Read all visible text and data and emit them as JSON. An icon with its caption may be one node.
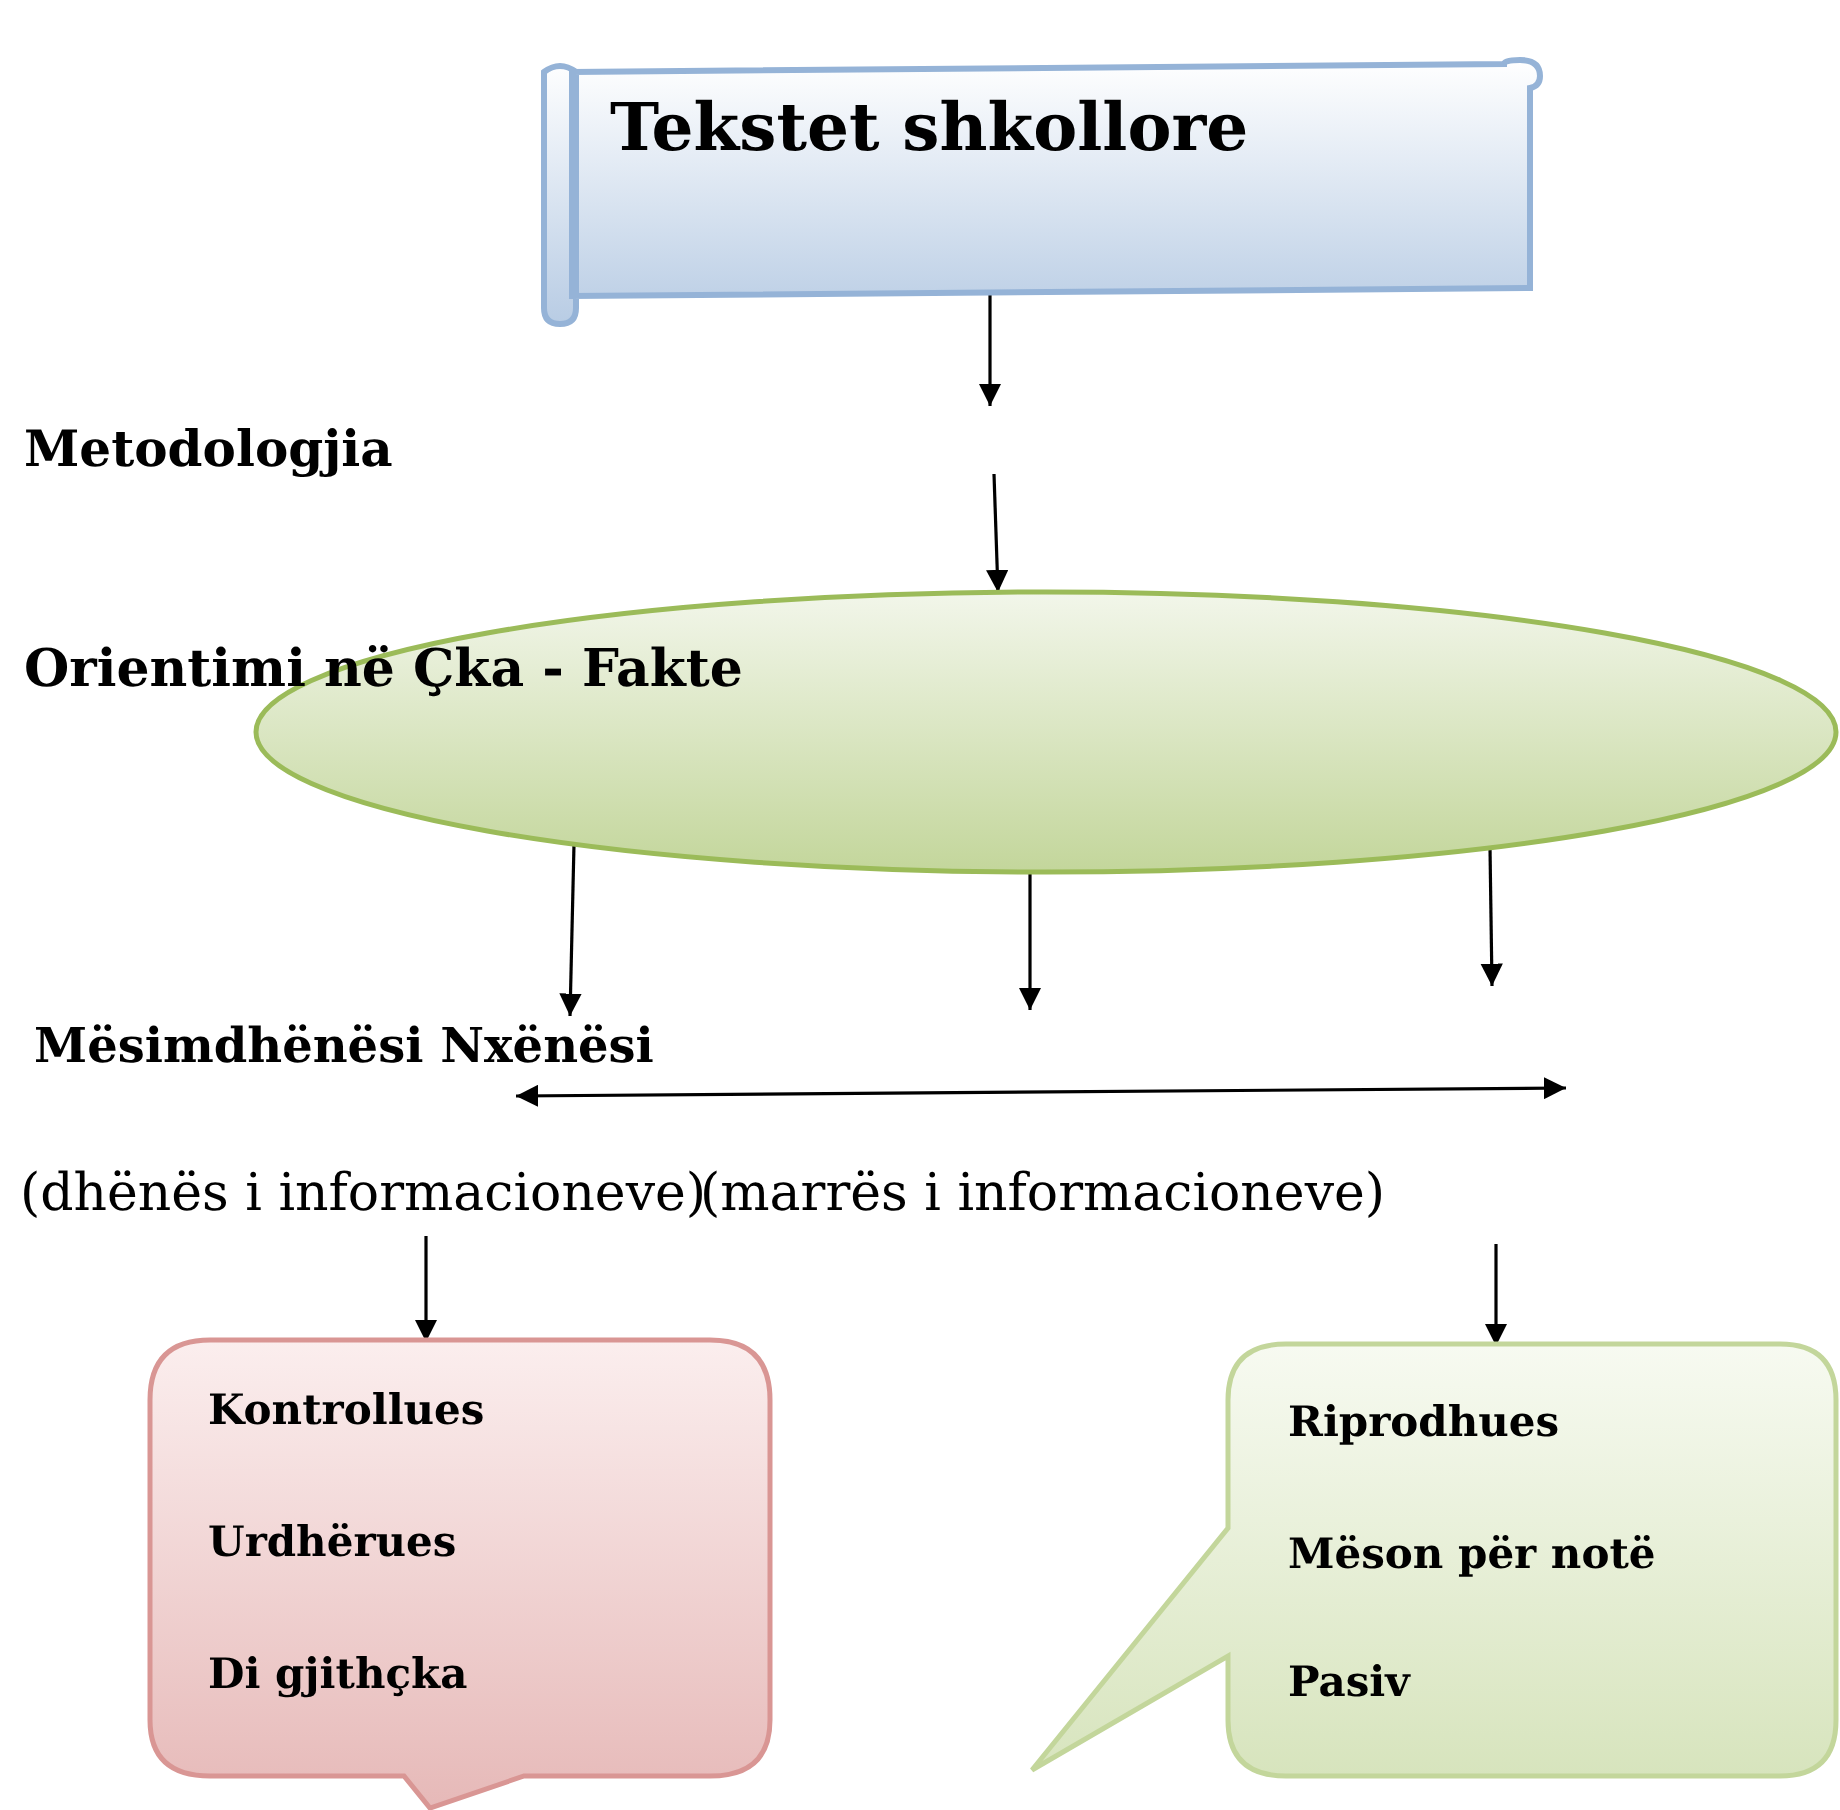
{
  "diagram": {
    "nodes": [
      {
        "text": [
          "Tekstet shkollore"
        ]
      },
      {
        "text": [
          "Orientimi në Çka - Fakte"
        ]
      },
      {
        "text": [
          "Mësimdhënësi Nxënësi"
        ]
      },
      {
        "text": [
          "(dhënës i informacioneve)"
        ]
      },
      {
        "text": [
          "(marrës i informacioneve)"
        ]
      },
      {
        "text": [
          "Kontrollues",
          "Urdhërues",
          "Di gjithçka"
        ]
      },
      {
        "text": [
          "Riprodhues",
          "Mëson për notë",
          "Pasiv"
        ]
      }
    ],
    "edges": [
      {
        "from": 0,
        "to": null,
        "arrow": "to"
      },
      {
        "from": null,
        "to": 1,
        "arrow": "to"
      },
      {
        "from": 1,
        "to": 2,
        "arrow": "to"
      },
      {
        "from": 1,
        "to": null,
        "arrow": "to"
      },
      {
        "from": 1,
        "to": null,
        "arrow": "to"
      },
      {
        "from": 2,
        "to": null,
        "arrow": "both"
      },
      {
        "from": 3,
        "to": 5,
        "arrow": "to"
      },
      {
        "from": 4,
        "to": 6,
        "arrow": "to"
      }
    ],
    "labels": [
      "Metodologjia"
    ]
  }
}
